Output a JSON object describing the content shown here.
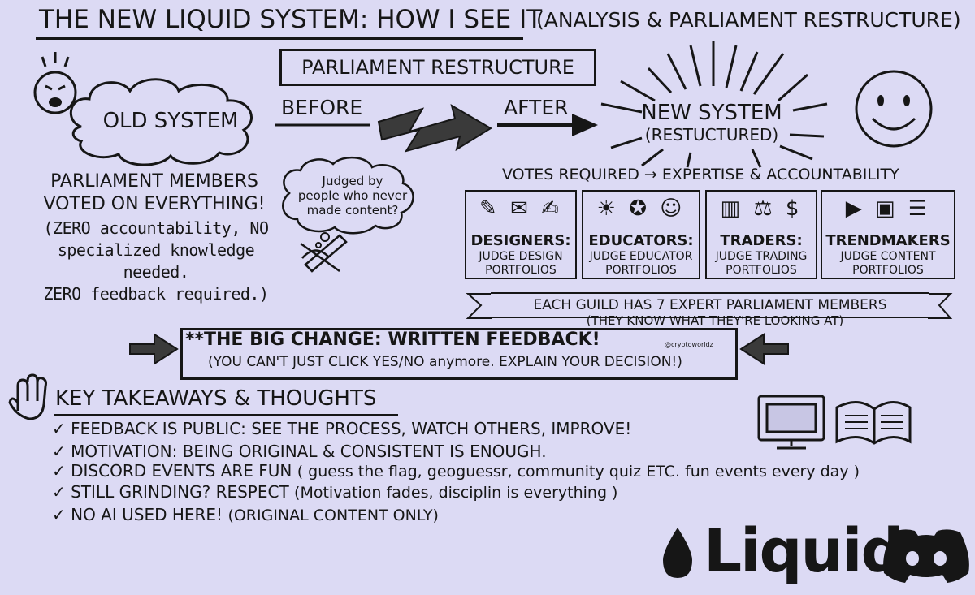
{
  "header": {
    "title": "THE NEW LIQUID SYSTEM: HOW I SEE IT",
    "subtitle": "(ANALYSIS & PARLIAMENT RESTRUCTURE)"
  },
  "restructure_label": "PARLIAMENT RESTRUCTURE",
  "old_system": {
    "label": "OLD SYSTEM",
    "desc_line1": "PARLIAMENT MEMBERS",
    "desc_line2": "VOTED ON EVERYTHING!",
    "note_line1": "(ZERO accountability, NO",
    "note_line2": "specialized knowledge needed.",
    "note_line3": "ZERO feedback required.)"
  },
  "transition": {
    "before": "BEFORE",
    "after": "AFTER"
  },
  "new_system": {
    "label": "NEW SYSTEM",
    "sublabel": "(RESTUCTURED)"
  },
  "thought": {
    "line1": "Judged by",
    "line2": "people who never",
    "line3": "made content?"
  },
  "votes_line": "VOTES REQUIRED → EXPERTISE & ACCOUNTABILITY",
  "guilds": [
    {
      "name": "DESIGNERS:",
      "desc1": "JUDGE DESIGN",
      "desc2": "PORTFOLIOS",
      "icons": "✎ ✉ ✍"
    },
    {
      "name": "EDUCATORS:",
      "desc1": "JUDGE EDUCATOR",
      "desc2": "PORTFOLIOS",
      "icons": "☀ ✪ ☺"
    },
    {
      "name": "TRADERS:",
      "desc1": "JUDGE TRADING",
      "desc2": "PORTFOLIOS",
      "icons": "▥ ⚖ $"
    },
    {
      "name": "TRENDMAKERS",
      "desc1": "JUDGE CONTENT",
      "desc2": "PORTFOLIOS",
      "icons": "▶ ▣ ☰"
    }
  ],
  "guild_banner": "EACH GUILD HAS 7 EXPERT PARLIAMENT MEMBERS",
  "guild_banner_sub": "(THEY KNOW WHAT THEY'RE LOOKING AT)",
  "big_change": {
    "title": "**THE BIG CHANGE: WRITTEN FEEDBACK!",
    "subtitle": "(YOU CAN'T JUST CLICK YES/NO anymore. EXPLAIN YOUR DECISION!)",
    "watermark": "@cryptoworldz"
  },
  "takeaways": {
    "title": "KEY TAKEAWAYS & THOUGHTS",
    "items": [
      {
        "text": "FEEDBACK IS PUBLIC: SEE THE PROCESS, WATCH OTHERS, IMPROVE!",
        "note": ""
      },
      {
        "text": "MOTIVATION: BEING ORIGINAL & CONSISTENT IS ENOUGH.",
        "note": ""
      },
      {
        "text": "DISCORD EVENTS ARE FUN",
        "note": "(  guess the flag, geoguessr, community quiz ETC. fun events every day )"
      },
      {
        "text": "STILL GRINDING? RESPECT",
        "note": "(Motivation fades, disciplin  is everything )"
      },
      {
        "text": "NO AI USED HERE!",
        "note": "(ORIGINAL CONTENT ONLY)"
      }
    ],
    "check": "✓"
  },
  "brand": {
    "name": "Liquid"
  }
}
